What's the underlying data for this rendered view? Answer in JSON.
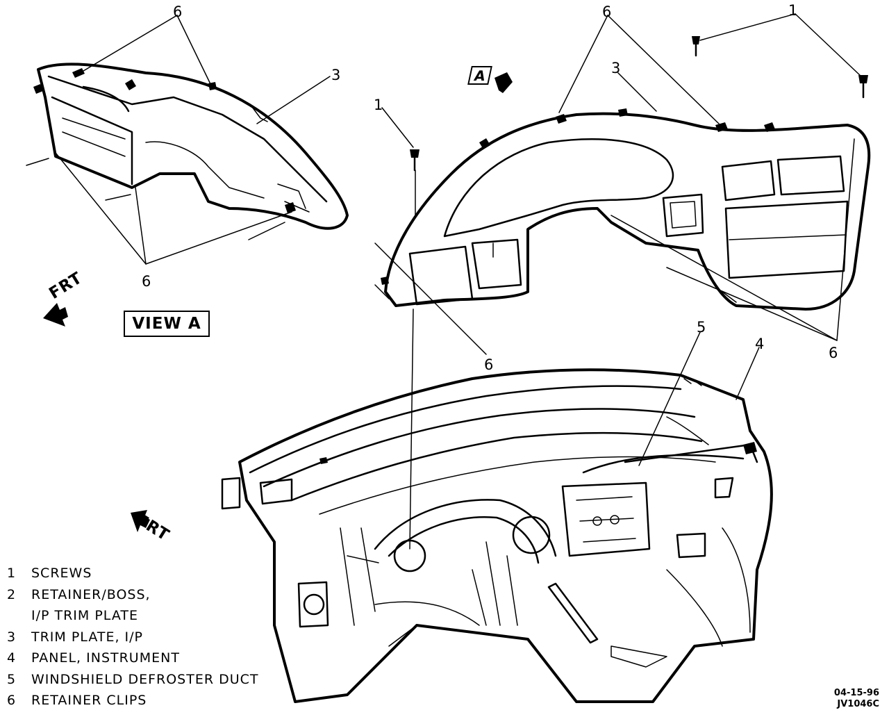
{
  "callouts": {
    "c6_topleft": "6",
    "c3_topleft": "3",
    "c6_bottomleft": "6",
    "c1_center": "1",
    "c6_topcenter": "6",
    "c3_topcenter": "3",
    "c1_topright": "1",
    "c6_right": "6",
    "c6_center": "6",
    "c5": "5",
    "c4": "4"
  },
  "labels": {
    "view_a": "VIEW A",
    "frt_top": "FRT",
    "frt_bottom": "FRT",
    "view_arrow": "A"
  },
  "legend": [
    {
      "num": "1",
      "text": "SCREWS"
    },
    {
      "num": "2",
      "text": "RETAINER/BOSS,",
      "cont": "I/P TRIM PLATE"
    },
    {
      "num": "3",
      "text": "TRIM PLATE, I/P"
    },
    {
      "num": "4",
      "text": "PANEL, INSTRUMENT"
    },
    {
      "num": "5",
      "text": "WINDSHIELD DEFROSTER DUCT"
    },
    {
      "num": "6",
      "text": "RETAINER CLIPS"
    }
  ],
  "code": {
    "date": "04-15-96",
    "id": "JV1046C"
  }
}
